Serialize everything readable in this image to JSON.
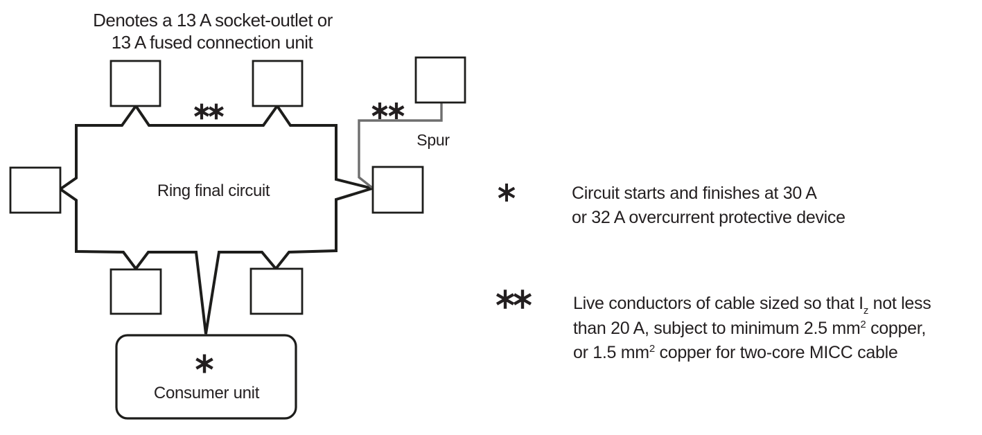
{
  "diagram": {
    "caption": {
      "line1": "Denotes a 13 A socket-outlet or",
      "line2": "13 A fused connection unit"
    },
    "ring_label": "Ring final circuit",
    "spur_label": "Spur",
    "consumer_unit": {
      "symbol": "*",
      "label": "Consumer unit"
    },
    "markers": {
      "ring_cable": "**",
      "spur_cable": "**"
    },
    "colors": {
      "line": "#1d1d1b",
      "spur_line": "#6e6e6e",
      "text": "#231f20"
    }
  },
  "legend": {
    "item1": {
      "symbol": "*",
      "line1": "Circuit starts and finishes at 30 A",
      "line2": "or 32 A overcurrent protective device"
    },
    "item2": {
      "symbol": "**",
      "line1_pre": "Live conductors of cable sized so that I",
      "line1_sub": "z",
      "line1_post": " not less",
      "line2_pre": "than 20 A, subject to minimum 2.5 mm",
      "line2_sup": "2",
      "line2_post": " copper,",
      "line3_pre": "or 1.5 mm",
      "line3_sup": "2",
      "line3_post": " copper for two-core MICC cable"
    }
  }
}
